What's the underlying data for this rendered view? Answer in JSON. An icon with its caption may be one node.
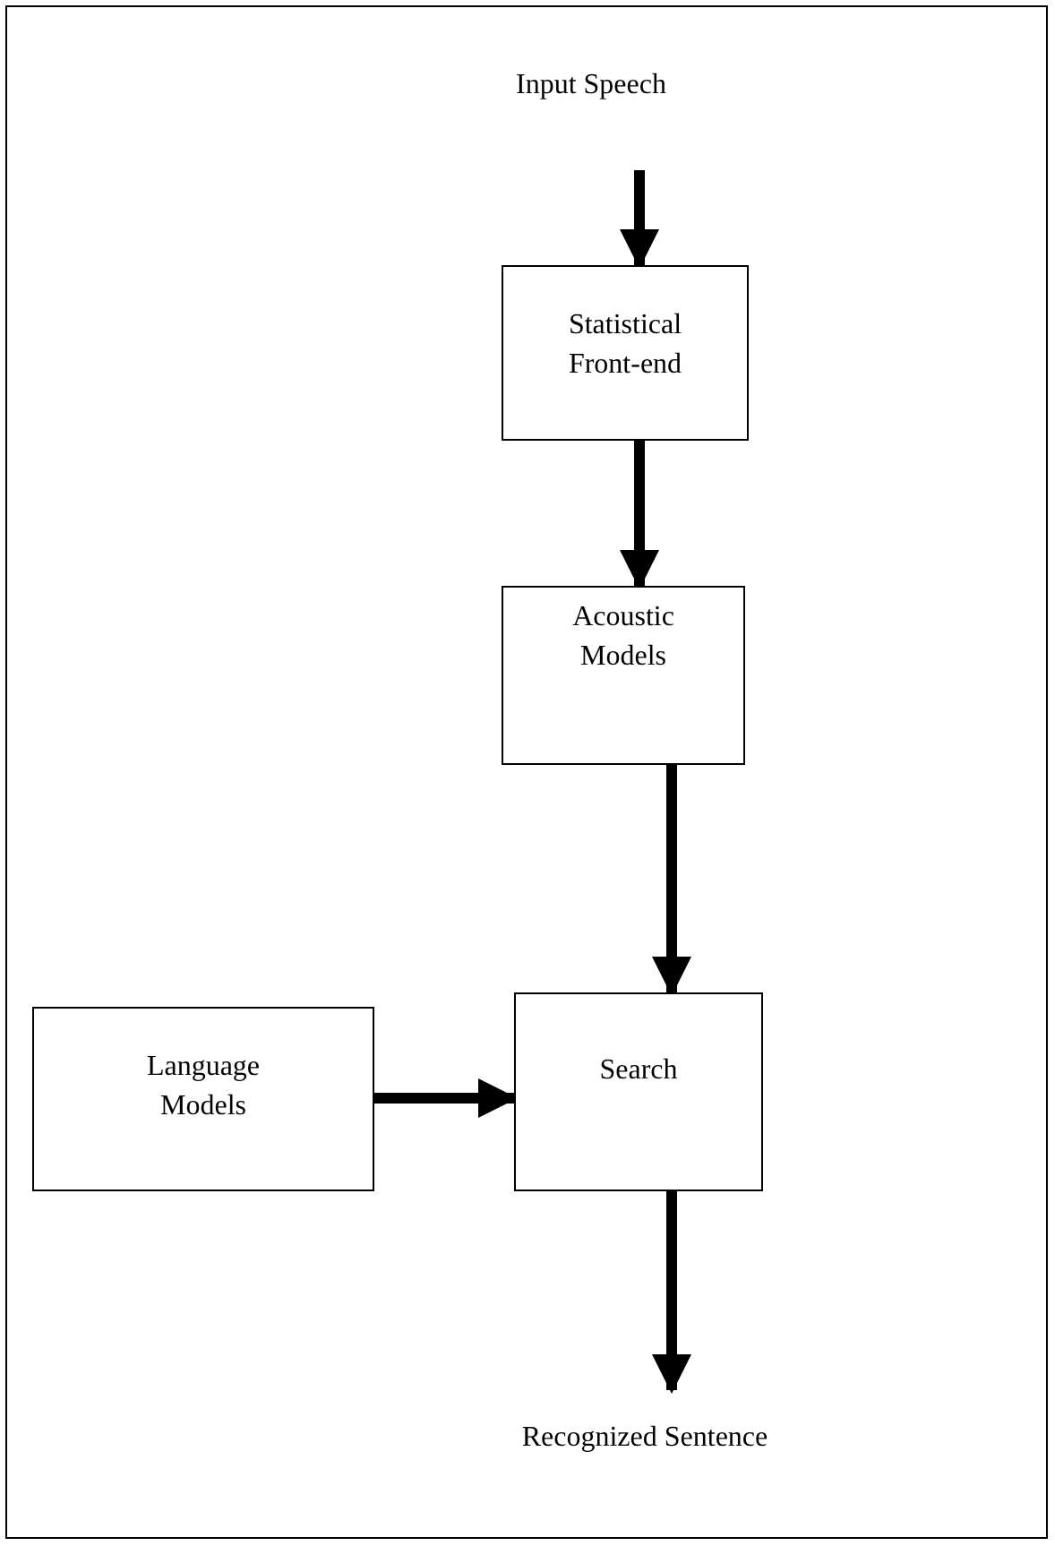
{
  "diagram": {
    "nodes": [
      {
        "text": [
          "Input Speech"
        ]
      },
      {
        "text": [
          "Statistical Front-end"
        ]
      },
      {
        "text": [
          "Acoustic Models"
        ]
      },
      {
        "text": [
          "Language Models"
        ]
      },
      {
        "text": [
          "Search"
        ]
      },
      {
        "text": [
          "Recognized Sentence"
        ]
      }
    ],
    "edges": [
      {
        "from": 0,
        "to": 1,
        "arrow": "to"
      },
      {
        "from": 1,
        "to": 2,
        "arrow": "to"
      },
      {
        "from": 2,
        "to": 4,
        "arrow": "to"
      },
      {
        "from": 3,
        "to": 4,
        "arrow": "to"
      },
      {
        "from": 4,
        "to": 5,
        "arrow": "to"
      }
    ]
  }
}
